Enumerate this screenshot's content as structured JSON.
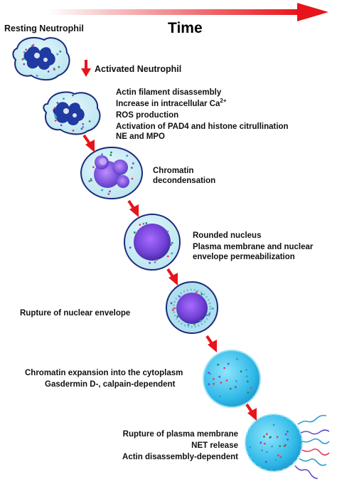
{
  "header": {
    "time_label": "Time",
    "arrow_color": "#e8141b"
  },
  "stages": [
    {
      "title": "Resting Neutrophil",
      "lines": []
    },
    {
      "title": "Activated Neutrophil",
      "lines": [
        "Actin filament disassembly",
        "Increase in intracellular Ca",
        "ROS production",
        "Activation of PAD4 and histone citrullination",
        "NE and MPO"
      ],
      "superscript": "2+"
    },
    {
      "title": "",
      "lines": [
        "Chromatin",
        "decondensation"
      ]
    },
    {
      "title": "",
      "lines": [
        "Rounded nucleus",
        "Plasma membrane and nuclear",
        "envelope permeabilization"
      ]
    },
    {
      "title": "",
      "lines": [
        "Rupture of nuclear envelope"
      ]
    },
    {
      "title": "",
      "lines": [
        "Chromatin expansion into the cytoplasm",
        "Gasdermin D-, calpain-dependent"
      ]
    },
    {
      "title": "",
      "lines": [
        "Rupture of plasma membrane",
        "NET release",
        "Actin disassembly-dependent"
      ]
    }
  ],
  "colors": {
    "cytoplasm": "#c7ecf4",
    "membrane": "#1a2a7a",
    "nucleus_lobed": "#1f3aa0",
    "nucleus_round": "#8a4fe0",
    "expanded_cell": "#36c3ec",
    "step_arrow": "#e8141b"
  },
  "icons": [
    "neutrophil-resting-icon",
    "neutrophil-activated-icon",
    "chromatin-decondensation-icon",
    "rounded-nucleus-icon",
    "nuclear-rupture-icon",
    "chromatin-expansion-icon",
    "net-release-icon"
  ]
}
